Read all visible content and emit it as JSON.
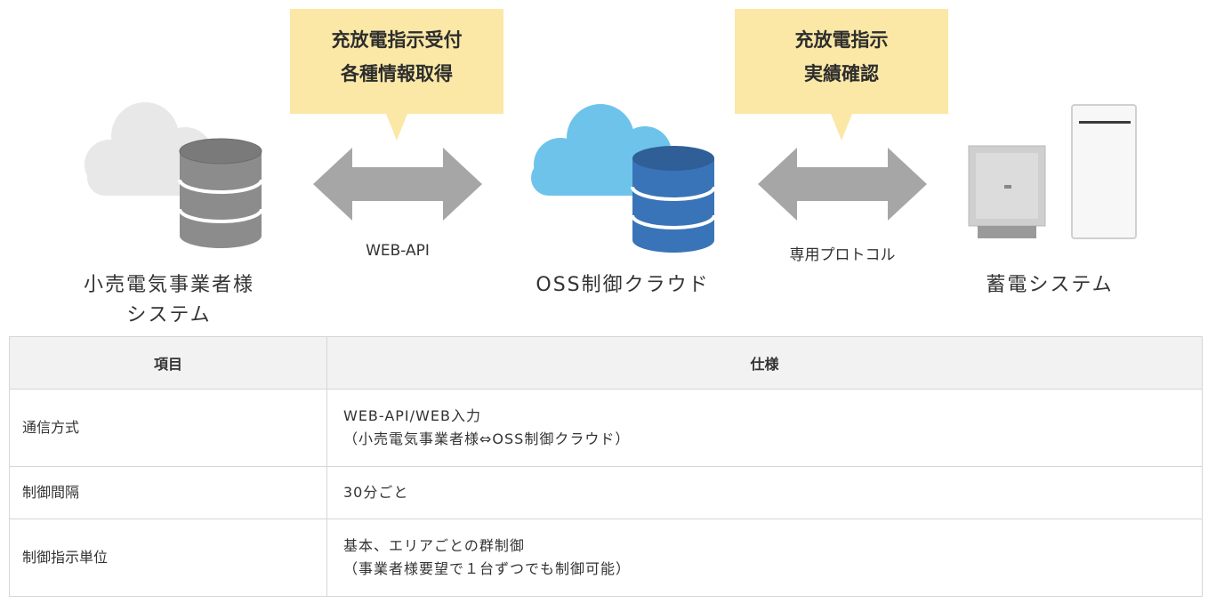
{
  "diagram": {
    "left_node": {
      "label_line1": "小売電気事業者様",
      "label_line2": "システム"
    },
    "center_node": {
      "label": "OSS制御クラウド"
    },
    "right_node": {
      "label": "蓄電システム"
    },
    "left_bubble": {
      "line1": "充放電指示受付",
      "line2": "各種情報取得"
    },
    "right_bubble": {
      "line1": "充放電指示",
      "line2": "実績確認"
    },
    "left_arrow": {
      "label": "WEB-API"
    },
    "right_arrow": {
      "label": "専用プロトコル"
    },
    "colors": {
      "bubble": "#fbe8a6",
      "arrow": "#a6a6a6",
      "center_cloud": "#6ec3ea",
      "center_db": "#3a74b8",
      "left_cloud": "#e8e8e8",
      "left_db": "#8a8a8a"
    }
  },
  "table": {
    "headers": {
      "item": "項目",
      "spec": "仕様"
    },
    "rows": [
      {
        "item": "通信方式",
        "spec_line1": "WEB-API/WEB入力",
        "spec_line2": "（小売電気事業者様⇔OSS制御クラウド）"
      },
      {
        "item": "制御間隔",
        "spec_line1": "30分ごと",
        "spec_line2": ""
      },
      {
        "item": "制御指示単位",
        "spec_line1": "基本、エリアごとの群制御",
        "spec_line2": "（事業者様要望で１台ずつでも制御可能）"
      }
    ]
  }
}
